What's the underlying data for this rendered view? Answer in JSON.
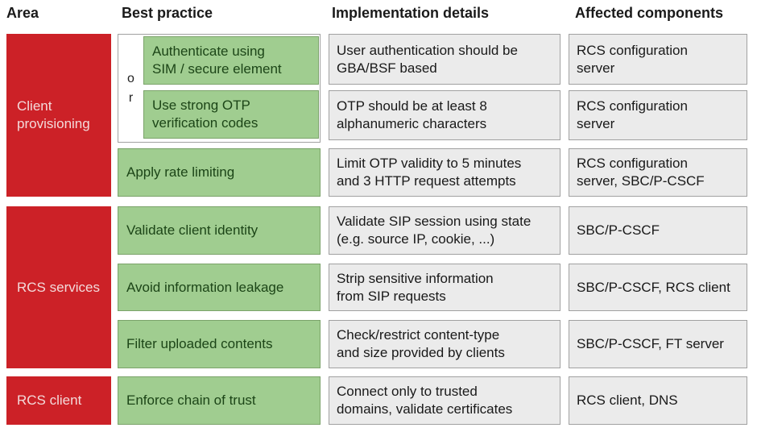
{
  "header": {
    "area": "Area",
    "best_practice": "Best practice",
    "implementation": "Implementation details",
    "affected": "Affected components"
  },
  "or_label": "or",
  "areas": [
    {
      "label": "Client\nprovisioning"
    },
    {
      "label": "RCS services"
    },
    {
      "label": "RCS client"
    }
  ],
  "rows": [
    {
      "practice": "Authenticate using\nSIM / secure element",
      "implementation": "User authentication should be\nGBA/BSF based",
      "affected": "RCS configuration\nserver"
    },
    {
      "practice": "Use strong OTP\nverification codes",
      "implementation": "OTP should be at least 8\nalphanumeric characters",
      "affected": "RCS configuration\nserver"
    },
    {
      "practice": "Apply rate limiting",
      "implementation": "Limit OTP validity to 5 minutes\nand 3 HTTP request attempts",
      "affected": "RCS configuration\nserver, SBC/P-CSCF"
    },
    {
      "practice": "Validate client identity",
      "implementation": "Validate SIP session using state\n(e.g. source IP, cookie, ...)",
      "affected": "SBC/P-CSCF"
    },
    {
      "practice": "Avoid information leakage",
      "implementation": "Strip sensitive information\nfrom SIP requests",
      "affected": "SBC/P-CSCF, RCS client"
    },
    {
      "practice": "Filter uploaded contents",
      "implementation": "Check/restrict content-type\nand size provided by clients",
      "affected": "SBC/P-CSCF, FT server"
    },
    {
      "practice": "Enforce chain of trust",
      "implementation": "Connect only to trusted\ndomains, validate certificates",
      "affected": "RCS client, DNS"
    }
  ],
  "colors": {
    "area_fill": "#cc2127",
    "area_text": "#f3dada",
    "practice_fill": "#a0cd90",
    "practice_border": "#7ba36a",
    "practice_text": "#1c4517",
    "detail_fill": "#ebebeb",
    "detail_border": "#a1a1a1",
    "header_text": "#1a1a1a"
  }
}
